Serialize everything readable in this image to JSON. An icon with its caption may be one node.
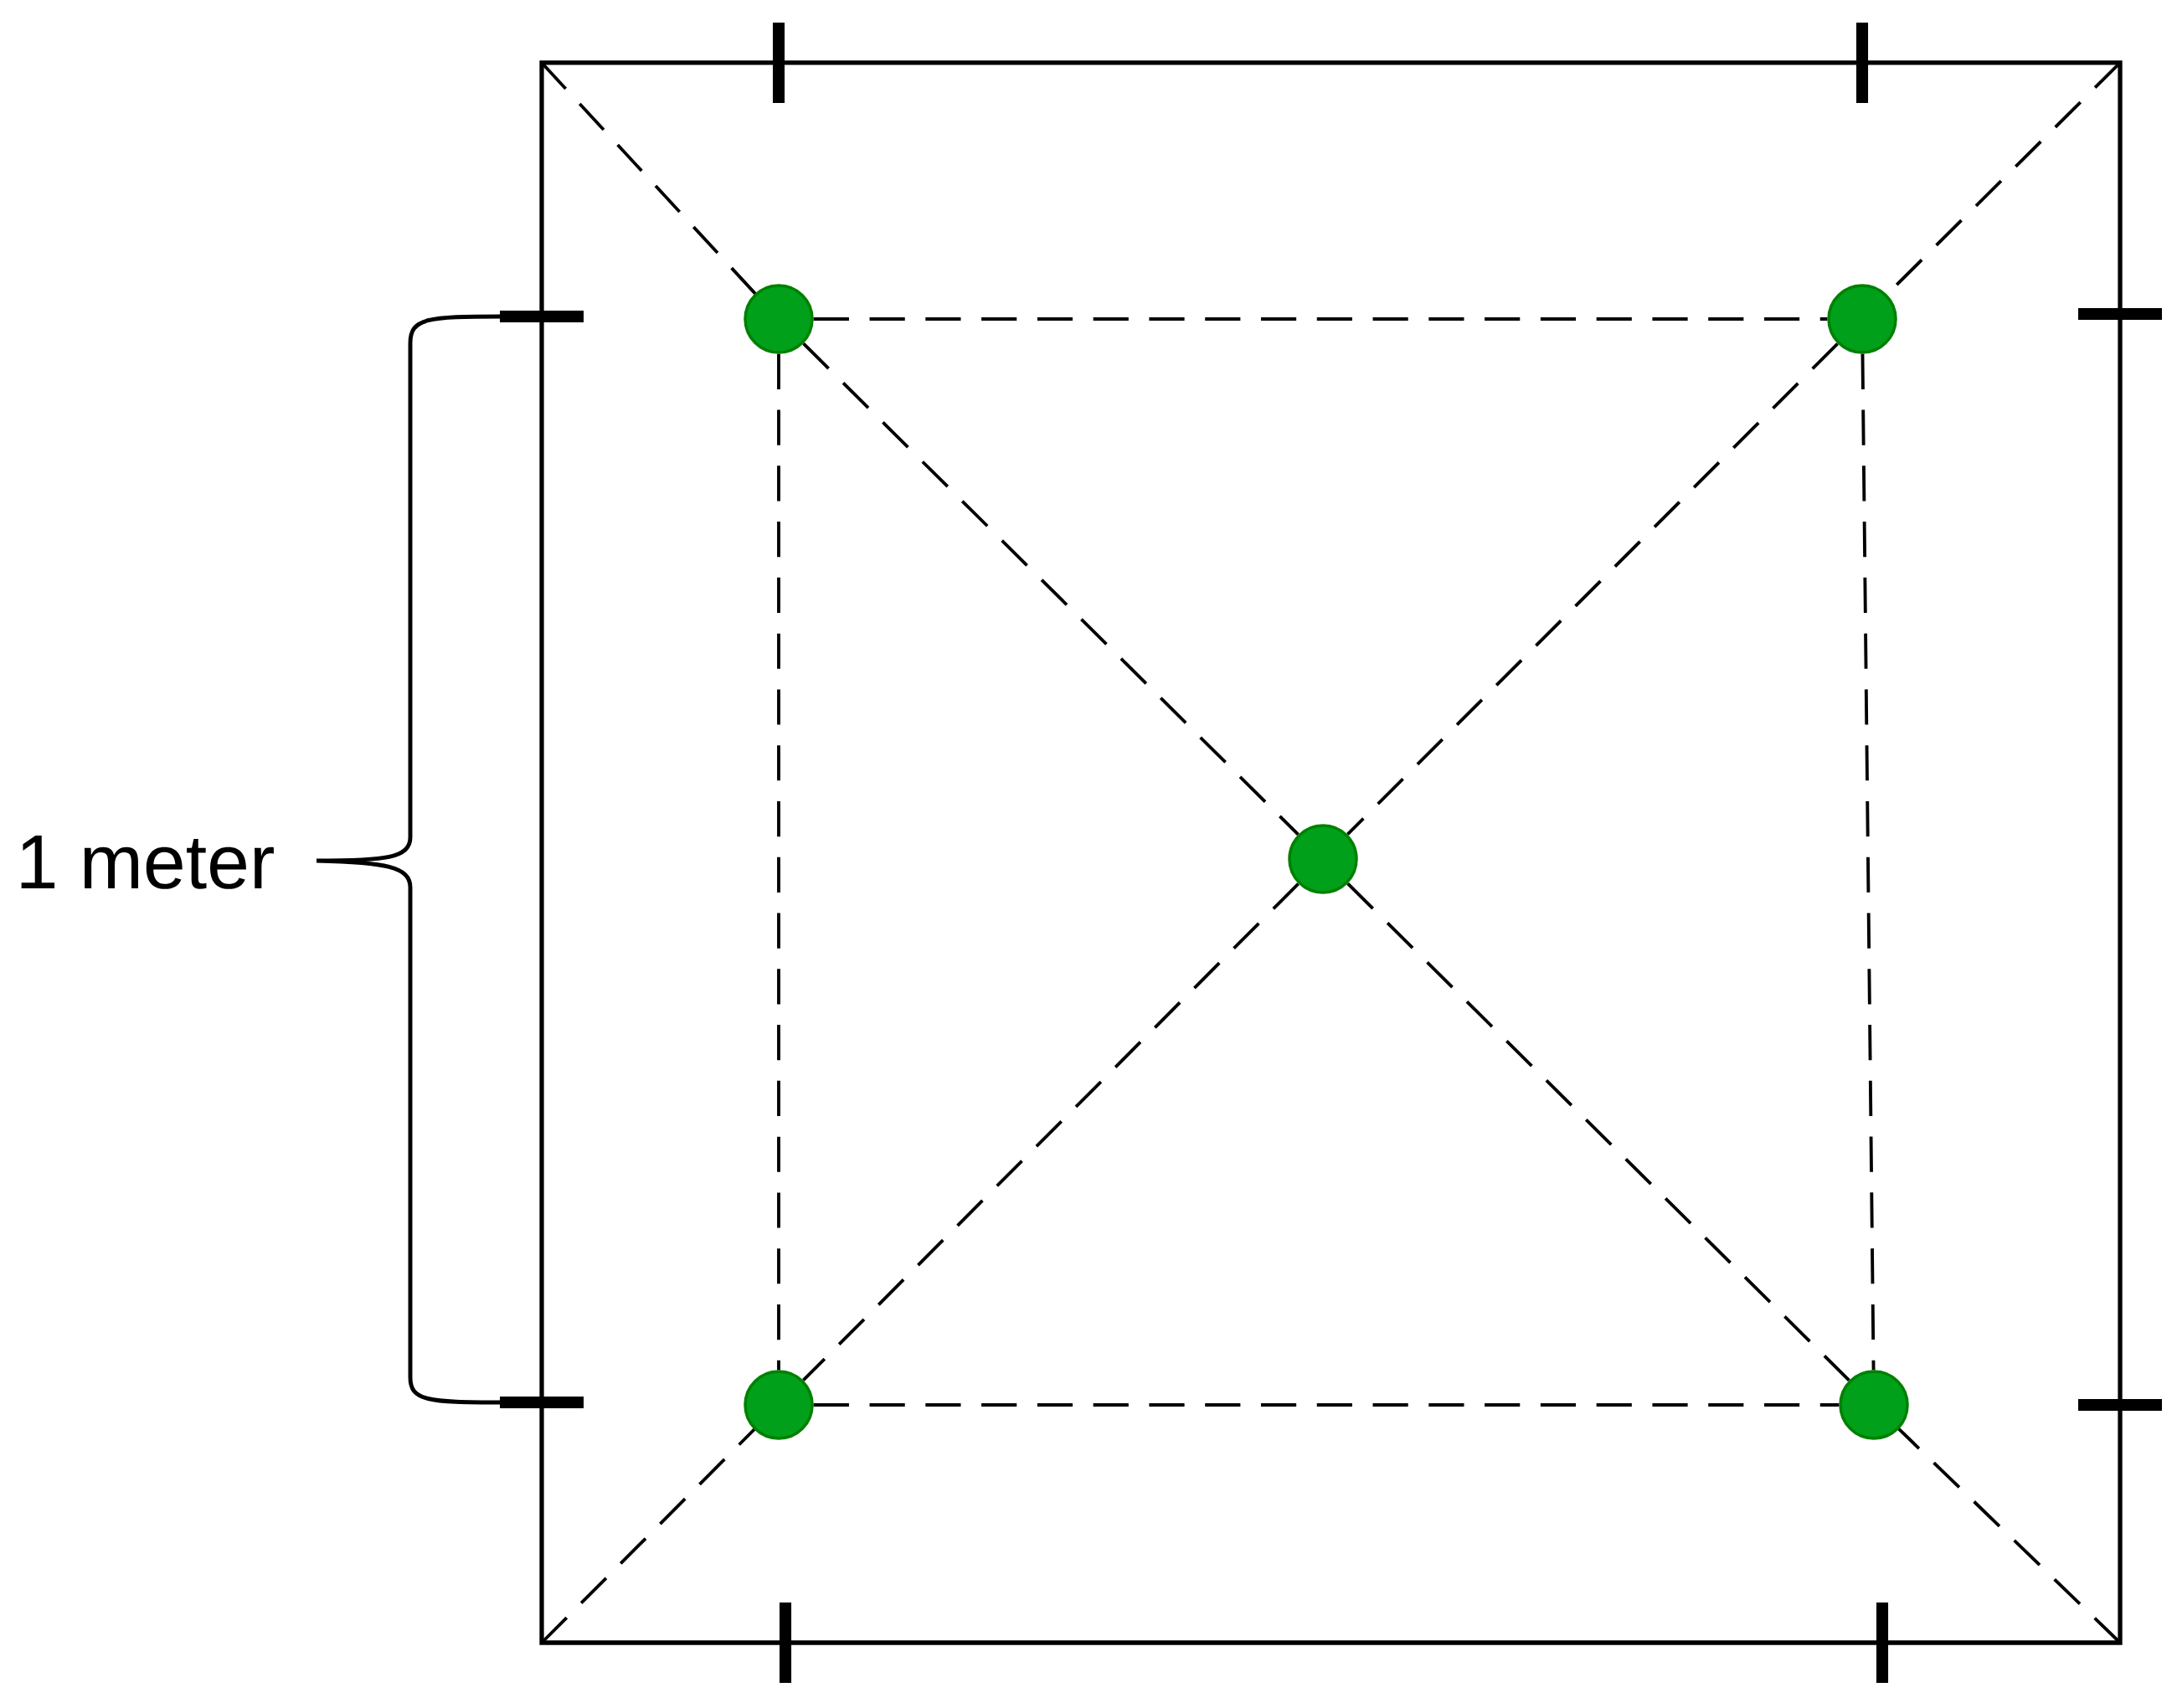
{
  "diagram": {
    "nodes": [
      {
        "text": [],
        "shape": "circle"
      },
      {
        "text": [],
        "shape": "circle"
      },
      {
        "text": [],
        "shape": "circle"
      },
      {
        "text": [],
        "shape": "circle"
      },
      {
        "text": [],
        "shape": "circle"
      }
    ],
    "edges": [
      {
        "from": 0,
        "to": 1,
        "arrow": "none",
        "style": "dashed"
      },
      {
        "from": 0,
        "to": 3,
        "arrow": "none",
        "style": "dashed"
      },
      {
        "from": 1,
        "to": 4,
        "arrow": "none",
        "style": "dashed"
      },
      {
        "from": 3,
        "to": 4,
        "arrow": "none",
        "style": "dashed"
      },
      {
        "from": 0,
        "to": 2,
        "arrow": "none",
        "style": "dashed"
      },
      {
        "from": 1,
        "to": 2,
        "arrow": "none",
        "style": "dashed"
      },
      {
        "from": 2,
        "to": 3,
        "arrow": "none",
        "style": "dashed"
      },
      {
        "from": 2,
        "to": 4,
        "arrow": "none",
        "style": "dashed"
      }
    ],
    "labels": [
      "1 meter"
    ]
  }
}
